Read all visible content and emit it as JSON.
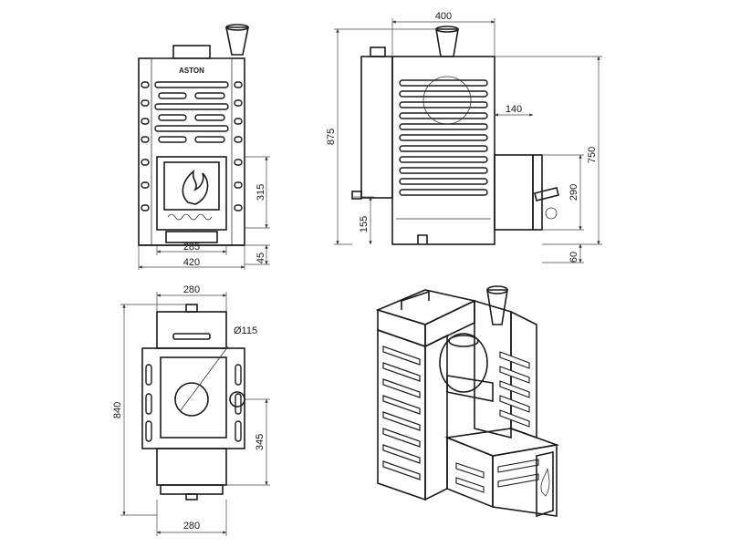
{
  "brand": "ASTON",
  "front_view": {
    "dims": {
      "door_height": "315",
      "inner_width": "285",
      "total_width": "420",
      "leg_height": "45"
    }
  },
  "side_view": {
    "dims": {
      "depth": "400",
      "total_height": "875",
      "tank_offset": "140",
      "body_height": "750",
      "tunnel_height": "290",
      "tap_height": "155",
      "base_height": "60"
    }
  },
  "top_view": {
    "dims": {
      "top_width": "280",
      "pipe_diameter": "Ø115",
      "length": "840",
      "offset": "345",
      "bottom_width": "280"
    }
  },
  "colors": {
    "line": "#1a1a1a",
    "shade_dark": "#8a8a8a",
    "shade_mid": "#b5b5b5",
    "shade_light": "#dcdcdc",
    "background": "#ffffff"
  }
}
